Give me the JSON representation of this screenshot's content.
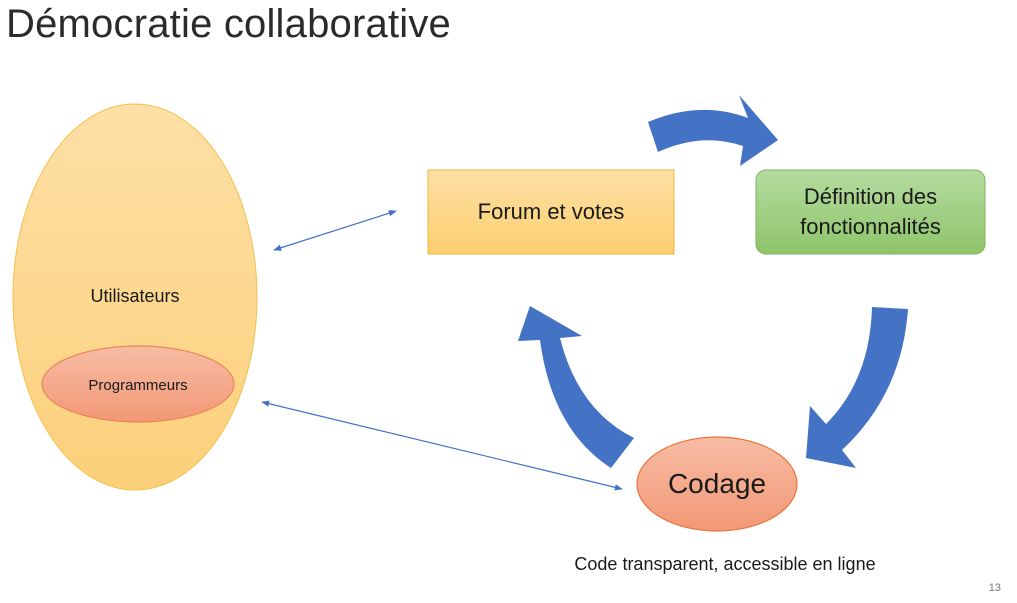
{
  "slide": {
    "title": "Démocratie collaborative",
    "page_number": "13"
  },
  "nodes": {
    "users": {
      "label": "Utilisateurs",
      "fill": "#fdd58c",
      "stroke": "#f2b43b"
    },
    "programmers": {
      "label": "Programmeurs",
      "fill": "#f4a98a",
      "stroke": "#e8743b"
    },
    "forum": {
      "label": "Forum et votes",
      "fill": "#fdd17a",
      "stroke": "#f2b43b"
    },
    "definition": {
      "label": "Définition des fonctionnalités",
      "fill": "#9ccf7c",
      "stroke": "#6fa84d"
    },
    "codage": {
      "label": "Codage",
      "fill": "#f4a98a",
      "stroke": "#e8743b"
    }
  },
  "note": "Code transparent, accessible en ligne",
  "colors": {
    "cycle_arrow": "#4472c4",
    "link_arrow": "#4472c4"
  }
}
